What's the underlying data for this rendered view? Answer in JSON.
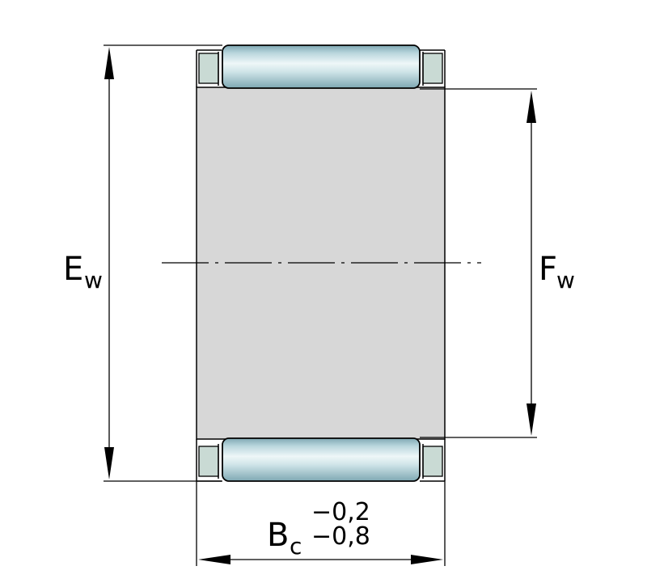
{
  "labels": {
    "ew_main": "E",
    "ew_sub": "w",
    "fw_main": "F",
    "fw_sub": "w",
    "bc_main": "B",
    "bc_sub": "c",
    "bc_tol_upper": "−0,2",
    "bc_tol_lower": "−0,8"
  },
  "colors": {
    "body_fill": "#d7d7d7",
    "outline": "#000000",
    "cage_fill": "#c9dad4",
    "roller_light": "#eef7f8",
    "roller_mid": "#b9d6dd",
    "roller_dark": "#7ea7b2"
  }
}
